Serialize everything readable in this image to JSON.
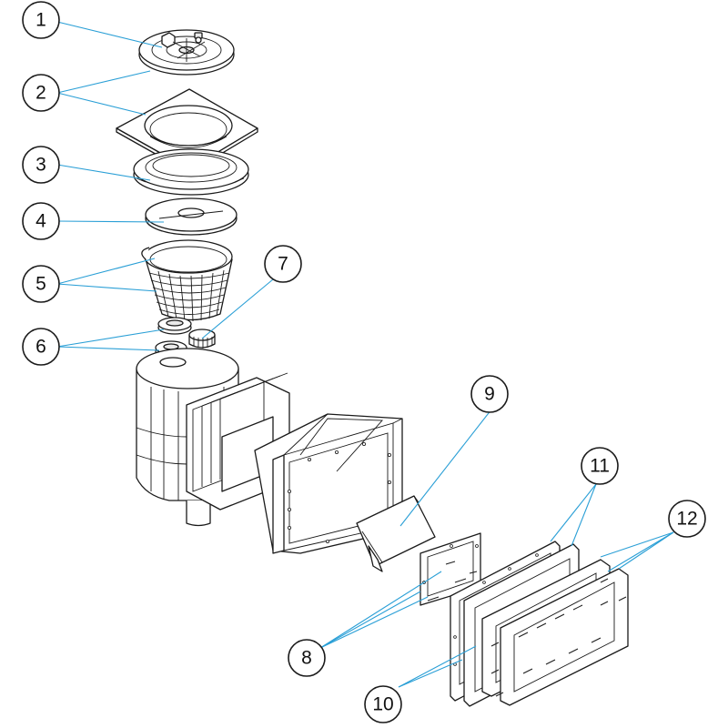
{
  "diagram": {
    "leader_color": "#2a9fd6",
    "outline_color": "#1a1a1a",
    "callouts": [
      {
        "label": "1"
      },
      {
        "label": "2"
      },
      {
        "label": "3"
      },
      {
        "label": "4"
      },
      {
        "label": "5"
      },
      {
        "label": "6"
      },
      {
        "label": "7"
      },
      {
        "label": "8"
      },
      {
        "label": "9"
      },
      {
        "label": "10"
      },
      {
        "label": "11"
      },
      {
        "label": "12"
      }
    ]
  }
}
